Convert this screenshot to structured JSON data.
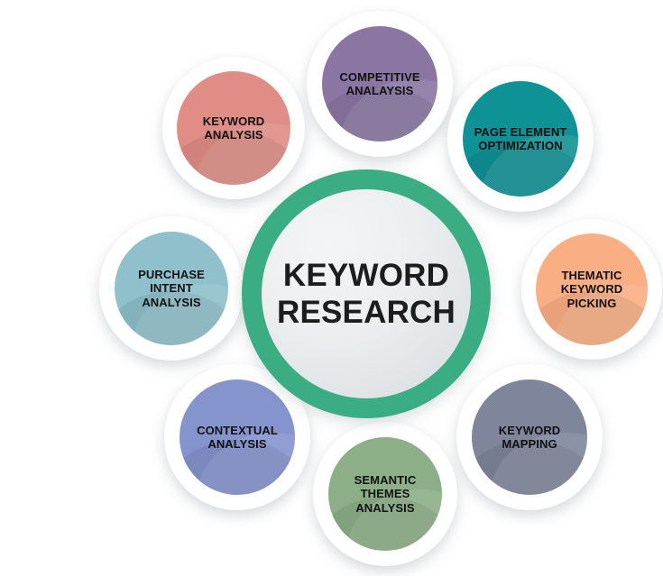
{
  "diagram": {
    "title": "Keyword Research",
    "center": {
      "label": "KEYWORD\nRESEARCH",
      "ring_color": "#3BAD84",
      "inner_color": "#E8EAEC"
    },
    "nodes": [
      {
        "id": "keyword-analysis",
        "label": "KEYWORD\nANALYSIS",
        "color": "#DF8D85",
        "position": "top-left",
        "font_size": 13
      },
      {
        "id": "competitive-analaysis",
        "label": "COMPETITIVE\nANALAYSIS",
        "color": "#8B76A3",
        "position": "top",
        "font_size": 13
      },
      {
        "id": "page-element-optimization",
        "label": "PAGE ELEMENT\nOPTIMIZATION",
        "color": "#0F9296",
        "position": "top-right",
        "font_size": 13
      },
      {
        "id": "thematic-keyword-picking",
        "label": "THEMATIC\nKEYWORD\nPICKING",
        "color": "#FAAE84",
        "position": "right",
        "font_size": 13
      },
      {
        "id": "keyword-mapping",
        "label": "KEYWORD\nMAPPING",
        "color": "#7F869B",
        "position": "bottom-right",
        "font_size": 13
      },
      {
        "id": "semantic-themes-analysis",
        "label": "SEMANTIC\nTHEMES\nANALYSIS",
        "color": "#8CAF87",
        "position": "bottom",
        "font_size": 13
      },
      {
        "id": "contextual-analysis",
        "label": "CONTEXTUAL\nANALYSIS",
        "color": "#8694CE",
        "position": "bottom-left",
        "font_size": 13
      },
      {
        "id": "purchase-intent-analysis",
        "label": "PURCHASE\nINTENT\nANALYSIS",
        "color": "#8FC0CB",
        "position": "left",
        "font_size": 13
      }
    ]
  }
}
